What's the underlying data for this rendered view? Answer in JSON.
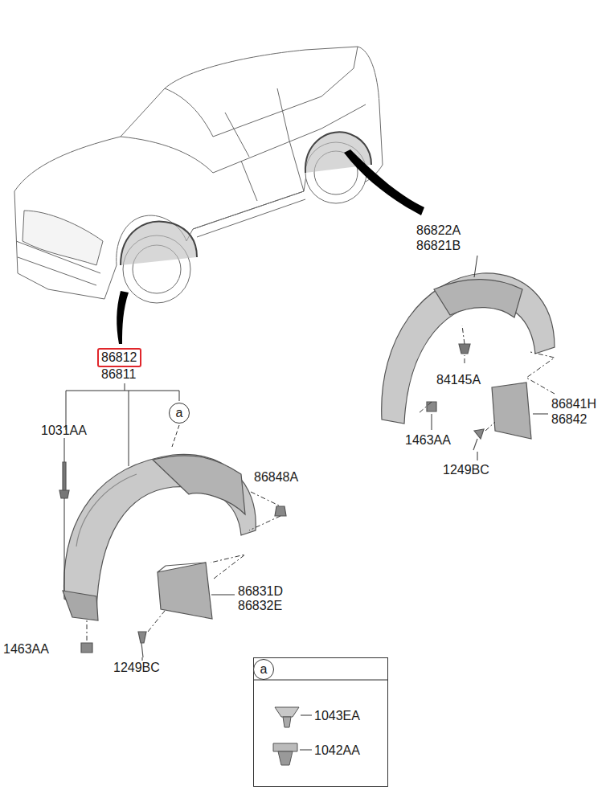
{
  "diagram": {
    "nodes": [
      {
        "text": [
          "86812"
        ]
      },
      {
        "text": [
          "a"
        ]
      },
      {
        "text": [
          "1043EA",
          "1042AA"
        ]
      },
      {
        "text": [
          "a"
        ],
        "in": 2
      }
    ],
    "labels": [
      "86822A",
      "86821B",
      "84145A",
      "86841H",
      "86842",
      "1463AA",
      "1249BC",
      "86811",
      "1031AA",
      "86848A",
      "86831D",
      "86832E",
      "1463AA",
      "1249BC"
    ]
  }
}
